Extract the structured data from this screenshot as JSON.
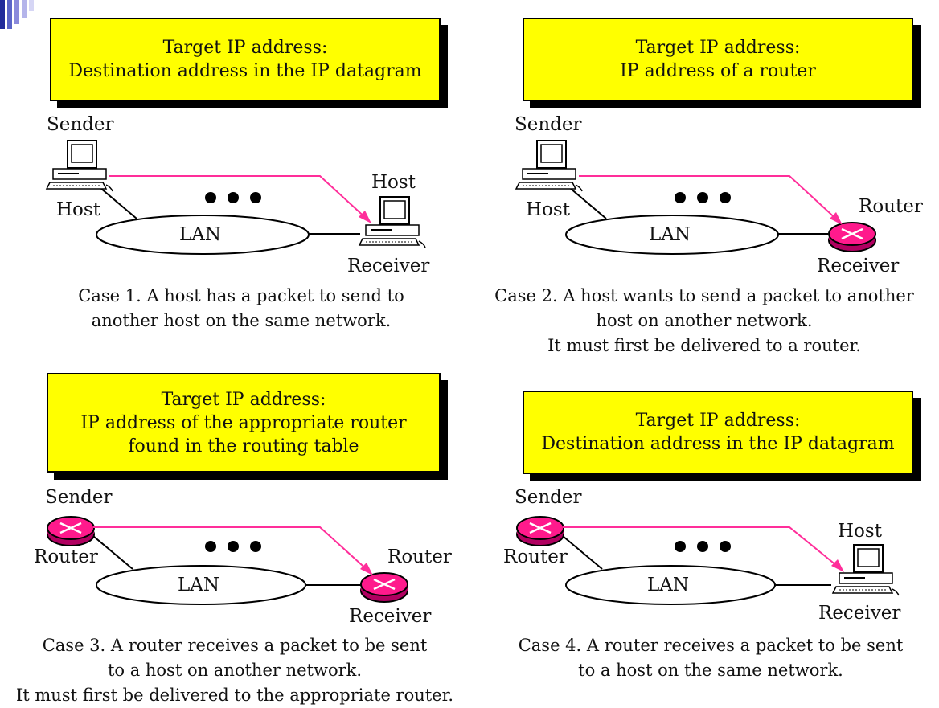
{
  "panels": [
    {
      "case": 1,
      "target_box": {
        "title": "Target IP address:",
        "lines": [
          "Destination address in the IP datagram"
        ]
      },
      "sender": {
        "label": "Sender",
        "device": "host",
        "device_label": "Host"
      },
      "lan_label": "LAN",
      "receiver": {
        "label": "Receiver",
        "device": "host",
        "device_label": "Host"
      },
      "caption": [
        "Case 1.  A host has a packet to send to",
        "another host on the same network."
      ]
    },
    {
      "case": 2,
      "target_box": {
        "title": "Target IP address:",
        "lines": [
          "IP address of a router"
        ]
      },
      "sender": {
        "label": "Sender",
        "device": "host",
        "device_label": "Host"
      },
      "lan_label": "LAN",
      "receiver": {
        "label": "Receiver",
        "device": "router",
        "device_label": "Router"
      },
      "caption": [
        "Case 2. A host wants to send a packet to another",
        "host on another network.",
        "It must first be delivered to a router."
      ]
    },
    {
      "case": 3,
      "target_box": {
        "title": "Target IP address:",
        "lines": [
          "IP address of the appropriate router",
          "found in the routing table"
        ]
      },
      "sender": {
        "label": "Sender",
        "device": "router",
        "device_label": "Router"
      },
      "lan_label": "LAN",
      "receiver": {
        "label": "Receiver",
        "device": "router",
        "device_label": "Router"
      },
      "caption": [
        "Case 3. A router receives a packet  to be sent",
        "to a host on another network.",
        "It must first be delivered to the appropriate  router."
      ]
    },
    {
      "case": 4,
      "target_box": {
        "title": "Target IP address:",
        "lines": [
          "Destination address in the IP datagram"
        ]
      },
      "sender": {
        "label": "Sender",
        "device": "router",
        "device_label": "Router"
      },
      "lan_label": "LAN",
      "receiver": {
        "label": "Receiver",
        "device": "host",
        "device_label": "Host"
      },
      "caption": [
        "Case 4.  A router receives a packet  to be sent",
        "to a host on the same network."
      ]
    }
  ],
  "colors": {
    "highlight_box": "#ffff00",
    "arrow": "#ff2e9a",
    "router": "#ff1a8c",
    "corner_decoration": "#8a8adb"
  }
}
